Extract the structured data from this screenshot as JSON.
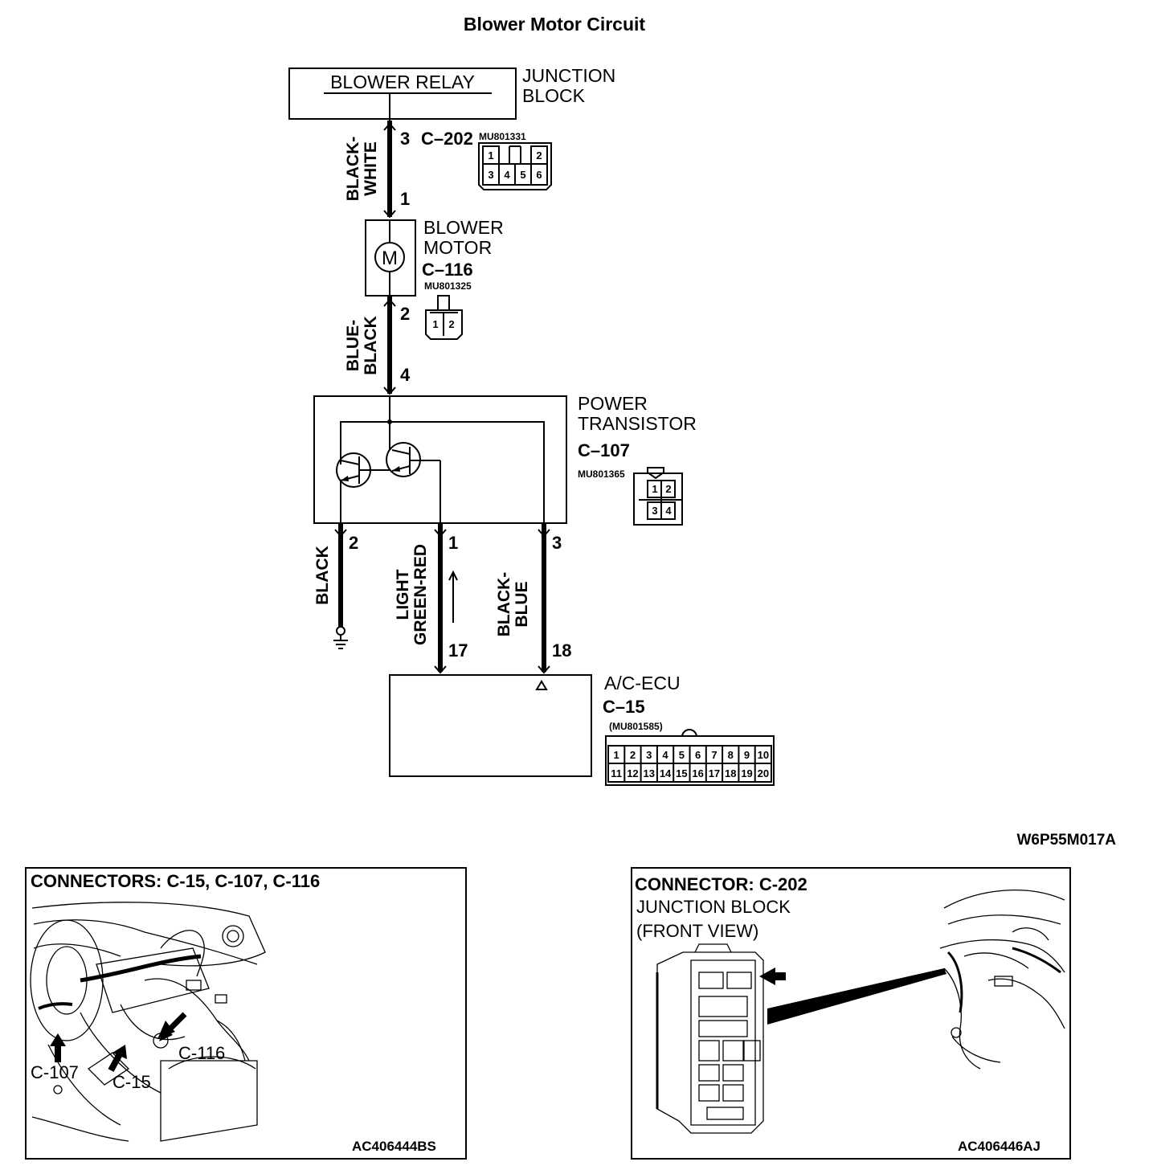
{
  "title": "Blower Motor Circuit",
  "components": {
    "blower_relay": {
      "label": "BLOWER RELAY",
      "block_label": [
        "JUNCTION",
        "BLOCK"
      ],
      "pin": "3",
      "connector": "C–202",
      "part_no": "MU801331",
      "pins_top": [
        "1",
        "2"
      ],
      "pins_bottom": [
        "3",
        "4",
        "5",
        "6"
      ]
    },
    "blower_motor": {
      "label": [
        "BLOWER",
        "MOTOR"
      ],
      "symbol": "M",
      "connector": "C–116",
      "part_no": "MU801325",
      "pin_in": "1",
      "pin_out": "2",
      "pins": [
        "1",
        "2"
      ]
    },
    "power_transistor": {
      "label": [
        "POWER",
        "TRANSISTOR"
      ],
      "connector": "C–107",
      "part_no": "MU801365",
      "pin_in": "4",
      "pins_out": [
        "2",
        "1",
        "3"
      ],
      "pins": [
        "1",
        "2",
        "3",
        "4"
      ]
    },
    "ac_ecu": {
      "label": "A/C-ECU",
      "connector": "C–15",
      "part_no": "(MU801585)",
      "pins": [
        "17",
        "18"
      ],
      "pin_grid": [
        [
          "1",
          "2",
          "3",
          "4",
          "5",
          "6",
          "7",
          "8",
          "9",
          "10"
        ],
        [
          "11",
          "12",
          "13",
          "14",
          "15",
          "16",
          "17",
          "18",
          "19",
          "20"
        ]
      ]
    }
  },
  "wires": {
    "w1": [
      "BLACK-",
      "WHITE"
    ],
    "w2": [
      "BLUE-",
      "BLACK"
    ],
    "w3": [
      "BLACK"
    ],
    "w4": [
      "LIGHT",
      "GREEN-RED"
    ],
    "w5": [
      "BLACK-",
      "BLUE"
    ]
  },
  "figure_code": "W6P55M017A",
  "panel_left": {
    "title": "CONNECTORS: C-15, C-107, C-116",
    "callouts": [
      "C-116",
      "C-107",
      "C-15"
    ],
    "figure_code": "AC406444BS"
  },
  "panel_right": {
    "title": "CONNECTOR: C-202",
    "subtitle": [
      "JUNCTION BLOCK",
      "(FRONT VIEW)"
    ],
    "figure_code": "AC406446AJ"
  }
}
